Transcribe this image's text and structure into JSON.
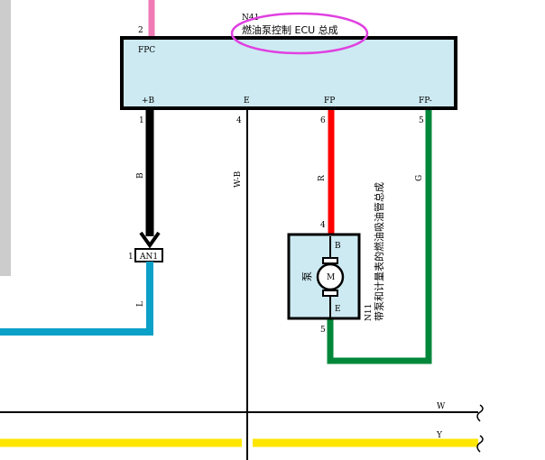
{
  "ecu": {
    "code": "N41",
    "name": "燃油泵控制 ECU 总成",
    "connector": "FPC",
    "upper_pin": "2",
    "fill_color": "#cdeaf2",
    "highlight_color": "#e040e0",
    "pins": [
      {
        "label": "+B",
        "number": "1"
      },
      {
        "label": "E",
        "number": "4"
      },
      {
        "label": "FP",
        "number": "6"
      },
      {
        "label": "FP-",
        "number": "5"
      }
    ]
  },
  "wires": [
    {
      "code": "B",
      "color": "#000000"
    },
    {
      "code": "W-B",
      "color": "#000000"
    },
    {
      "code": "R",
      "color": "#ff0000"
    },
    {
      "code": "G",
      "color": "#00873a"
    },
    {
      "code": "L",
      "color": "#0aa0c8"
    },
    {
      "code": "W",
      "color": "#000000"
    },
    {
      "code": "Y",
      "color": "#ffe600"
    },
    {
      "code": "",
      "color": "#f07ab4"
    }
  ],
  "junction": {
    "code": "AN1",
    "pin": "1"
  },
  "pump": {
    "label": "泵",
    "motor": "M",
    "terminal_top": "B",
    "terminal_bottom": "E",
    "pin_top": "4",
    "pin_bottom": "5",
    "assembly_code": "N11",
    "assembly_name": "带泵和计量表的燃油吸油管总成",
    "fill_color": "#cdeaf2"
  },
  "frame_color": "#cccccc"
}
